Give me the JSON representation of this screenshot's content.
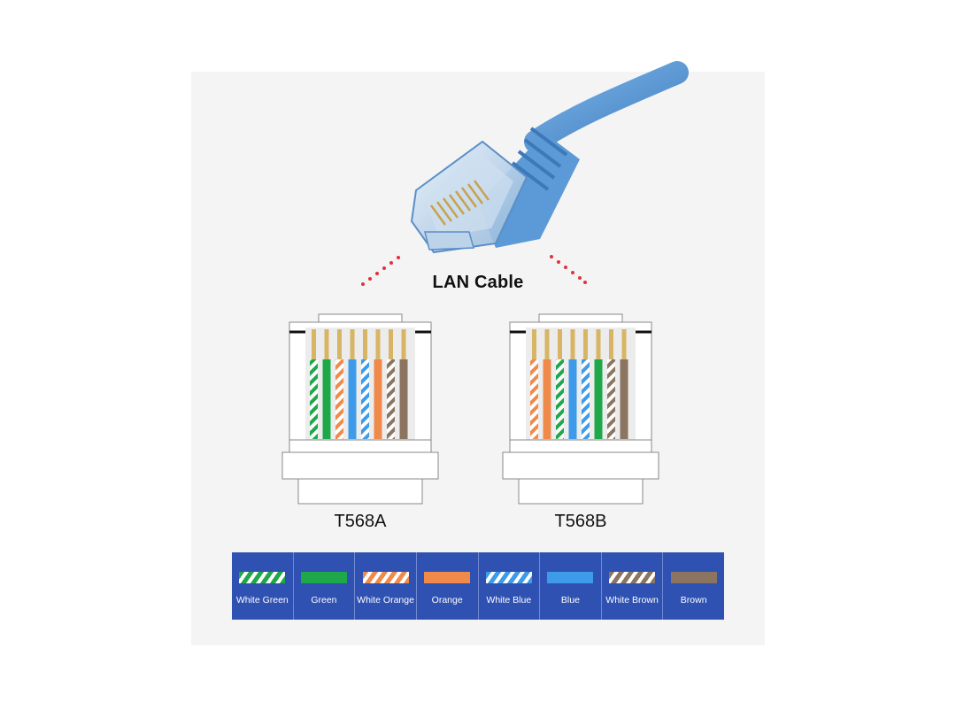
{
  "title": "LAN Cable",
  "connectors": [
    {
      "name": "T568A",
      "wires": [
        "white-green",
        "green",
        "white-orange",
        "blue",
        "white-blue",
        "orange",
        "white-brown",
        "brown"
      ]
    },
    {
      "name": "T568B",
      "wires": [
        "white-orange",
        "orange",
        "white-green",
        "blue",
        "white-blue",
        "green",
        "white-brown",
        "brown"
      ]
    }
  ],
  "legend": [
    {
      "id": "white-green",
      "label": "White Green",
      "color": "#1fa84a",
      "striped": true
    },
    {
      "id": "green",
      "label": "Green",
      "color": "#1fa84a",
      "striped": false
    },
    {
      "id": "white-orange",
      "label": "White Orange",
      "color": "#f08a4b",
      "striped": true
    },
    {
      "id": "orange",
      "label": "Orange",
      "color": "#f08a4b",
      "striped": false
    },
    {
      "id": "white-blue",
      "label": "White Blue",
      "color": "#3d9be9",
      "striped": true
    },
    {
      "id": "blue",
      "label": "Blue",
      "color": "#3d9be9",
      "striped": false
    },
    {
      "id": "white-brown",
      "label": "White Brown",
      "color": "#8b7560",
      "striped": true
    },
    {
      "id": "brown",
      "label": "Brown",
      "color": "#8b7560",
      "striped": false
    }
  ],
  "colors": {
    "cable": "#5b9ad6",
    "background": "#f4f4f4",
    "legend_bg": "#2f51b2",
    "dots": "#e0323c",
    "contact": "#c9a24c"
  }
}
